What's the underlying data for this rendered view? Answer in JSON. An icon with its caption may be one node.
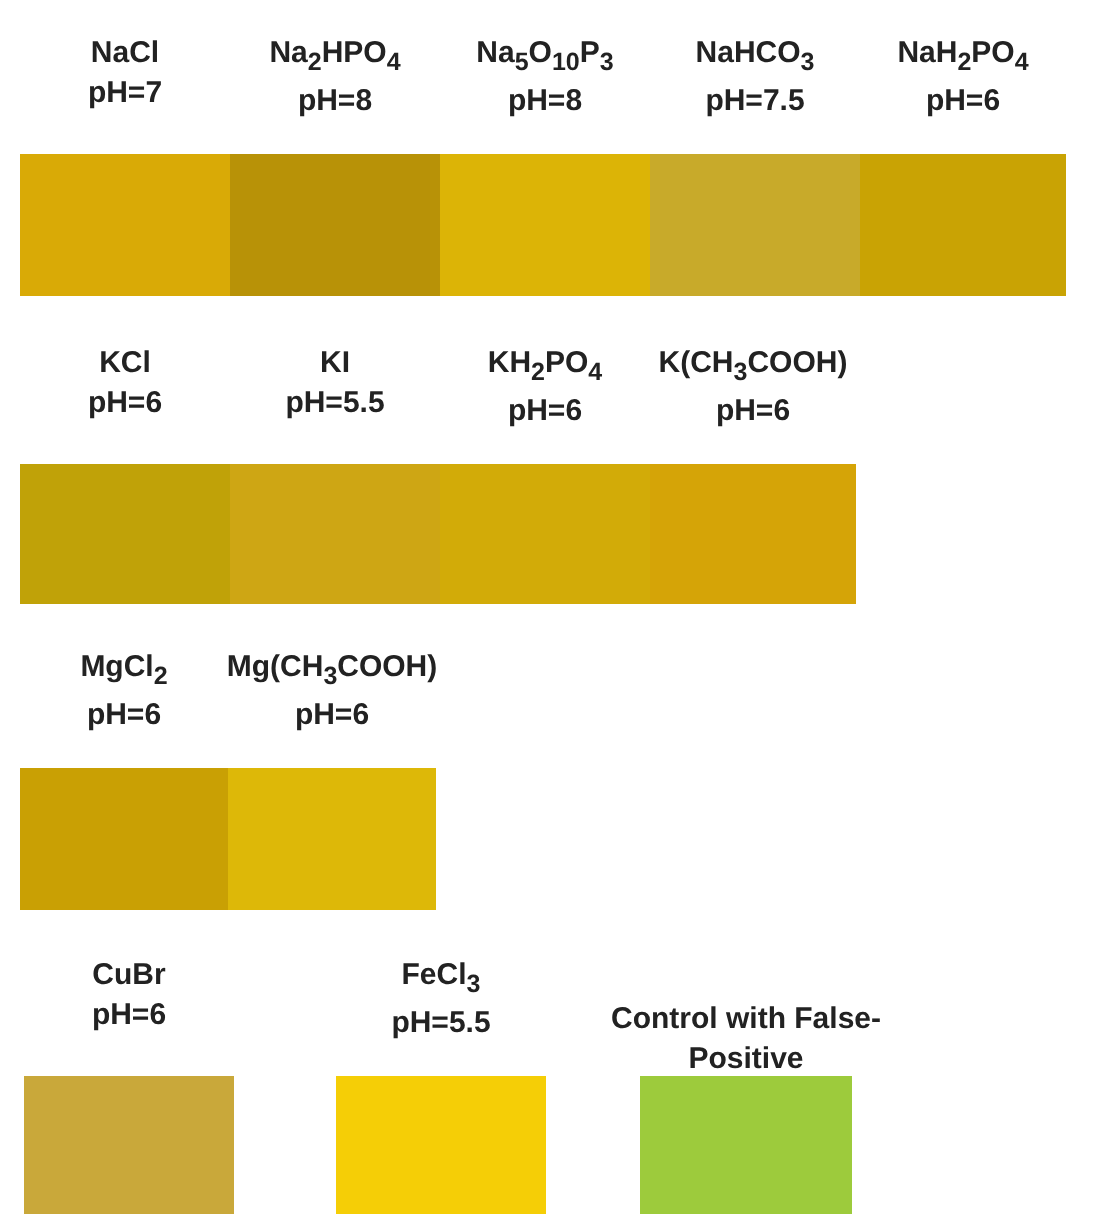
{
  "diagram": {
    "nodes": [
      {
        "text": [
          "NaCl",
          "pH=7"
        ]
      },
      {
        "text": [
          "Na$_{2}$HPO$_{4}$",
          "pH=8"
        ]
      },
      {
        "text": [
          "Na$_{5}$O$_{10}$P$_{3}$",
          "pH=8"
        ]
      },
      {
        "text": [
          "NaHCO$_{3}$",
          "pH=7.5"
        ]
      },
      {
        "text": [
          "NaH$_{2}$PO$_{4}$",
          "pH=6"
        ]
      },
      {
        "text": [
          "KCl",
          "pH=6"
        ]
      },
      {
        "text": [
          "KI",
          "pH=5.5"
        ]
      },
      {
        "text": [
          "KH$_{2}$PO$_{4}$",
          "pH=6"
        ]
      },
      {
        "text": [
          "K(CH$_{3}$COOH)",
          "pH=6"
        ]
      },
      {
        "text": [
          "MgCl$_{2}$",
          "pH=6"
        ]
      },
      {
        "text": [
          "Mg(CH$_{3}$COOH)",
          "pH=6"
        ]
      },
      {
        "text": [
          "CuBr",
          "pH=6"
        ]
      },
      {
        "text": [
          "FeCl$_{3}$",
          "pH=5.5"
        ]
      },
      {
        "text": [
          "Control with False-Positive"
        ]
      }
    ]
  }
}
